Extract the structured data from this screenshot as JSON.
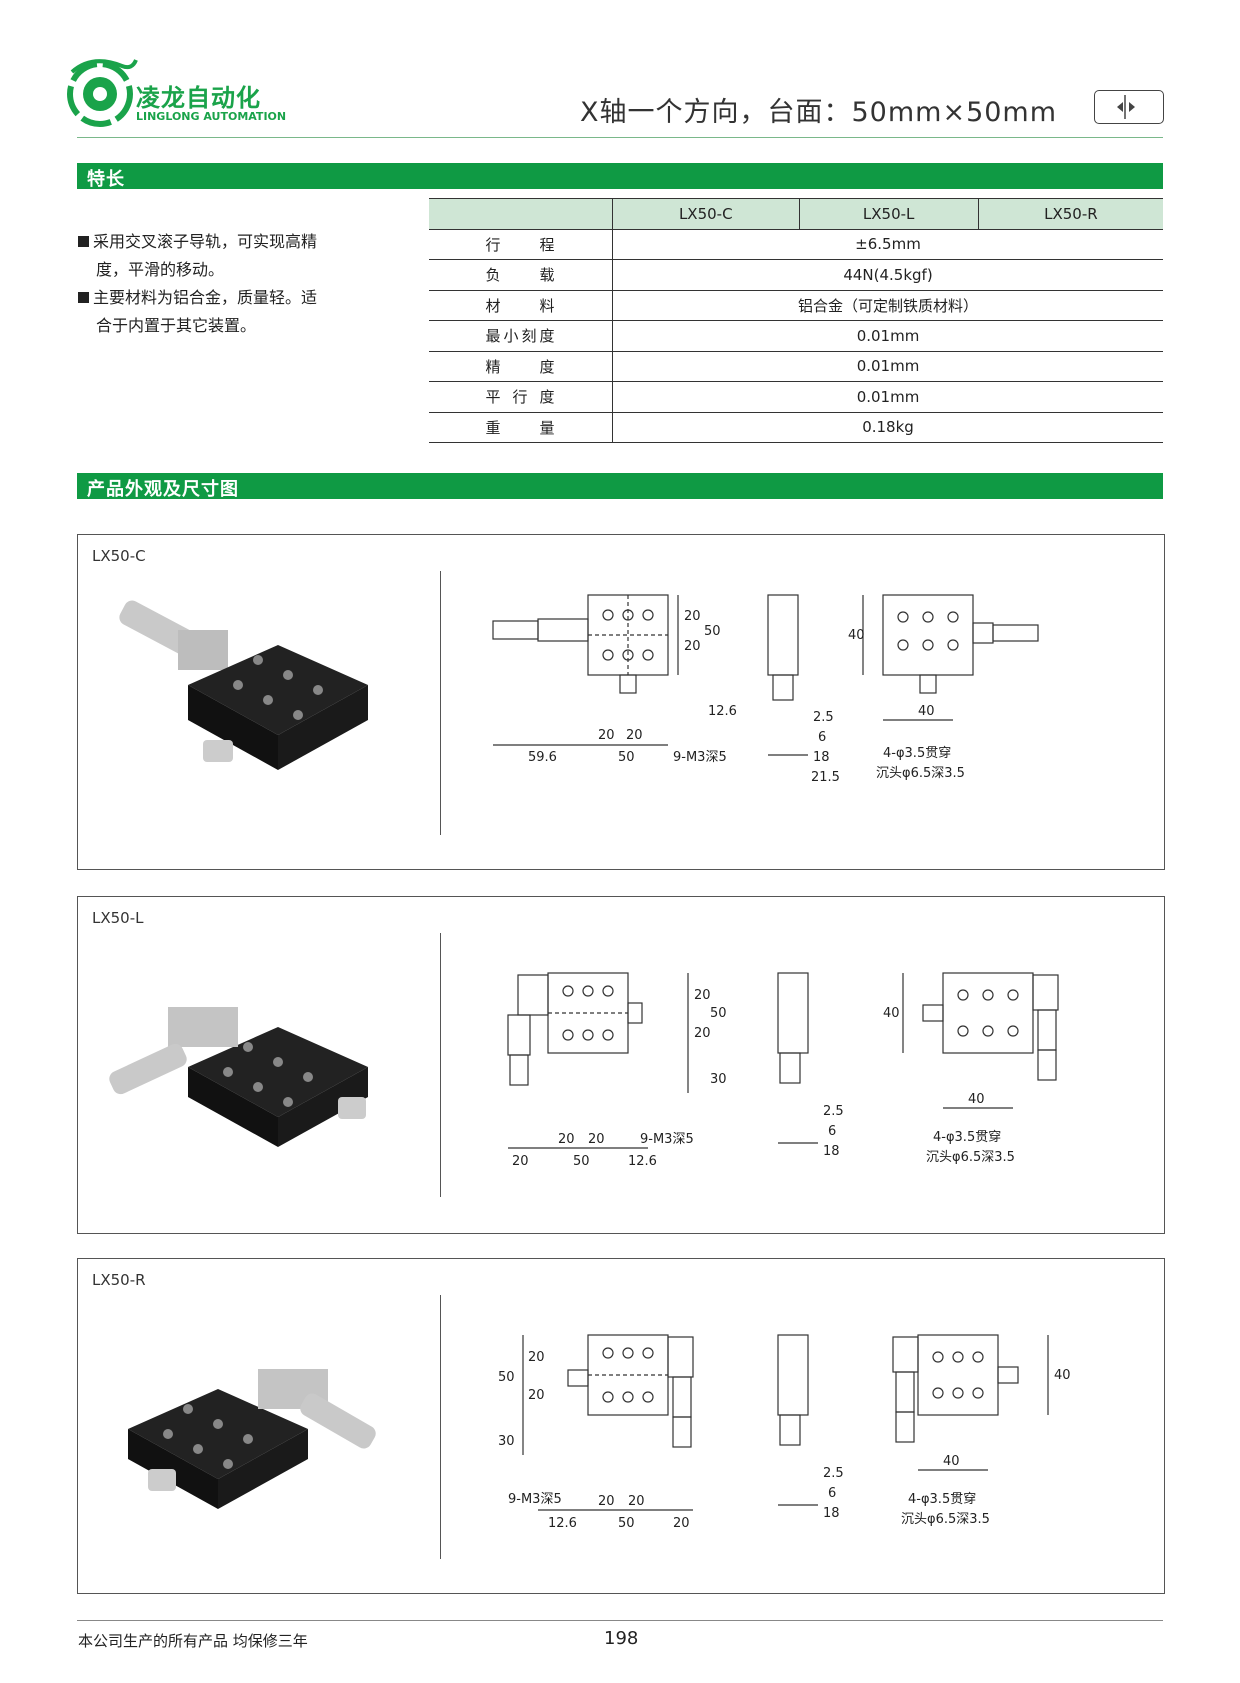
{
  "header": {
    "brand_cn": "凌龙自动化",
    "brand_en": "LINGLONG AUTOMATION",
    "title": "X轴一个方向，台面：50mm×50mm",
    "brand_color": "#1aa34a"
  },
  "features": {
    "section_title": "特长",
    "bullets": [
      {
        "line1": "采用交叉滚子导轨，可实现高精",
        "line2": "度，平滑的移动。"
      },
      {
        "line1": "主要材料为铝合金，质量轻。适",
        "line2": "合于内置于其它装置。"
      }
    ]
  },
  "spec_table": {
    "columns": [
      "LX50-C",
      "LX50-L",
      "LX50-R"
    ],
    "rows": [
      {
        "label": "行程",
        "value": "±6.5mm"
      },
      {
        "label": "负载",
        "value": "44N(4.5kgf)"
      },
      {
        "label": "材料",
        "value": "铝合金（可定制铁质材料）"
      },
      {
        "label": "最小刻度",
        "value": "0.01mm"
      },
      {
        "label": "精度",
        "value": "0.01mm"
      },
      {
        "label": "平行度",
        "value": "0.01mm"
      },
      {
        "label": "重量",
        "value": "0.18kg"
      }
    ],
    "header_bg": "#cfe6d5"
  },
  "dimensions": {
    "section_title": "产品外观及尺寸图",
    "products": [
      {
        "model": "LX50-C",
        "dims": [
          "20",
          "20",
          "50",
          "12.6",
          "59.6",
          "50",
          "20",
          "20",
          "9-M3深5",
          "2.5",
          "6",
          "18",
          "21.5",
          "40",
          "40",
          "4-φ3.5贯穿",
          "沉头φ6.5深3.5"
        ]
      },
      {
        "model": "LX50-L",
        "dims": [
          "20",
          "20",
          "50",
          "30",
          "20",
          "50",
          "20",
          "20",
          "12.6",
          "9-M3深5",
          "2.5",
          "6",
          "18",
          "40",
          "40",
          "4-φ3.5贯穿",
          "沉头φ6.5深3.5"
        ]
      },
      {
        "model": "LX50-R",
        "dims": [
          "50",
          "20",
          "20",
          "30",
          "9-M3深5",
          "12.6",
          "50",
          "20",
          "20",
          "20",
          "2.5",
          "6",
          "18",
          "40",
          "40",
          "4-φ3.5贯穿",
          "沉头φ6.5深3.5"
        ]
      }
    ]
  },
  "footer": {
    "note": "本公司生产的所有产品  均保修三年",
    "page_number": "198"
  },
  "colors": {
    "section_bar": "#0f9a44",
    "table_header": "#cfe6d5"
  }
}
